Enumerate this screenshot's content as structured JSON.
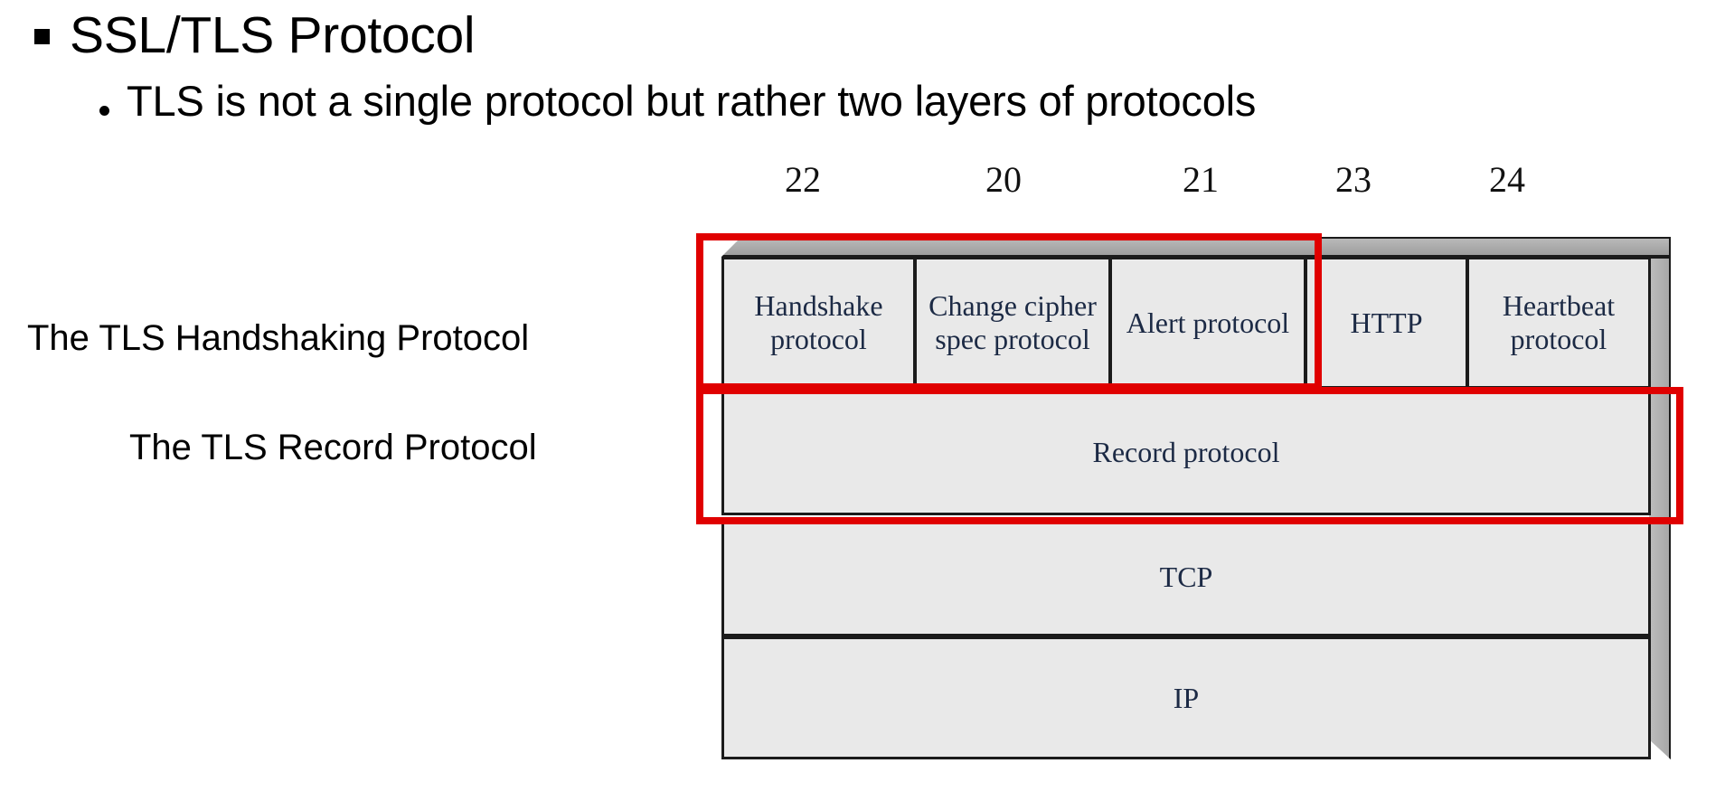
{
  "slide": {
    "bullets": [
      {
        "level": 1,
        "marker": "square-bullet",
        "text": "SSL/TLS Protocol"
      },
      {
        "level": 2,
        "marker": "round-bullet",
        "text": "TLS is not a single protocol but rather two layers of protocols"
      }
    ]
  },
  "annotations": {
    "handshaking_label": "The TLS Handshaking Protocol",
    "record_label": "The TLS Record Protocol",
    "highlight_color": "#e00000"
  },
  "diagram": {
    "port_numbers": [
      "22",
      "20",
      "21",
      "23",
      "24"
    ],
    "protocol_row": [
      {
        "name": "Handshake protocol"
      },
      {
        "name": "Change cipher spec protocol"
      },
      {
        "name": "Alert protocol"
      },
      {
        "name": "HTTP"
      },
      {
        "name": "Heartbeat protocol"
      }
    ],
    "record_layer": "Record protocol",
    "transport_layer": "TCP",
    "network_layer": "IP"
  },
  "chart_data": {
    "type": "table",
    "title": "TLS protocol stack",
    "categories": [
      "Handshake protocol",
      "Change cipher spec protocol",
      "Alert protocol",
      "HTTP",
      "Heartbeat protocol"
    ],
    "port_numbers": [
      22,
      20,
      21,
      23,
      24
    ],
    "layers": [
      "Record protocol",
      "TCP",
      "IP"
    ],
    "highlight_groups": [
      {
        "label": "The TLS Handshaking Protocol",
        "members": [
          "Handshake protocol",
          "Change cipher spec protocol",
          "Alert protocol"
        ]
      },
      {
        "label": "The TLS Record Protocol",
        "members": [
          "Record protocol"
        ]
      }
    ]
  }
}
